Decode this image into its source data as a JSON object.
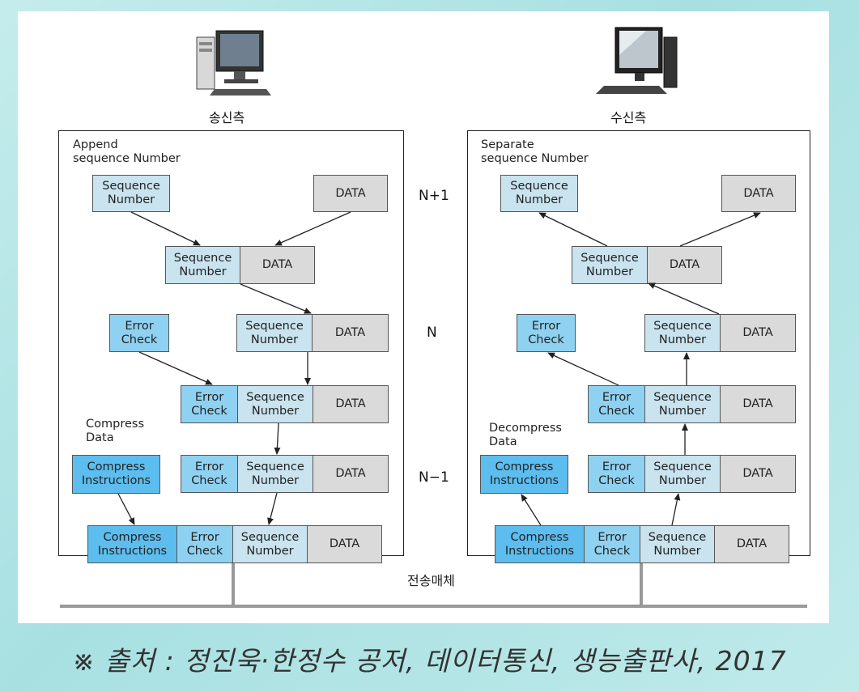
{
  "sender": {
    "header": "송신측",
    "append_label": "Append\nsequence Number",
    "compress_label": "Compress\nData"
  },
  "receiver": {
    "header": "수신측",
    "separate_label": "Separate\nsequence Number",
    "decompress_label": "Decompress\nData"
  },
  "levels": {
    "top": "N+1",
    "mid": "N",
    "bottom": "N−1"
  },
  "medium_label": "전송매체",
  "box_text": {
    "sequence": "Sequence\nNumber",
    "data": "DATA",
    "error": "Error\nCheck",
    "compress": "Compress\nInstructions"
  },
  "source_note": "※ 출처 : 정진욱·한정수 공저, 데이터통신, 생능출판사, 2017",
  "colors": {
    "sequence_fill": "#c9e3ef",
    "data_fill": "#dadada",
    "error_fill": "#8fd1f1",
    "compress_fill": "#5dbdee",
    "medium_line": "#999999"
  }
}
